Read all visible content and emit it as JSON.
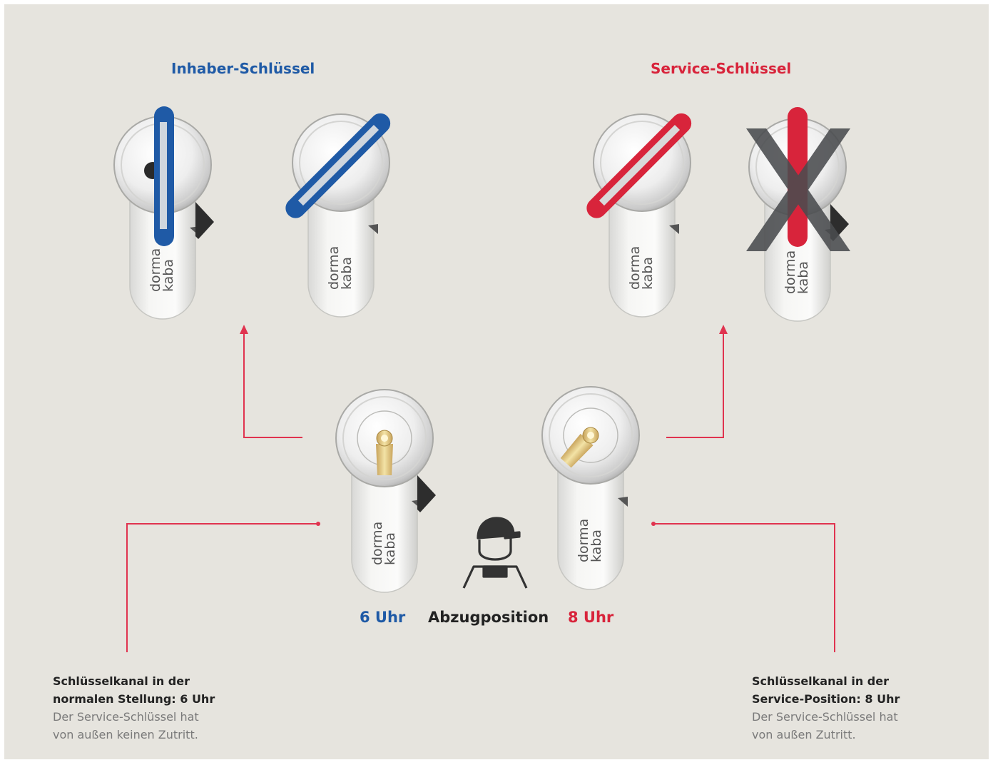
{
  "titles": {
    "owner_key": "Inhaber-Schlüssel",
    "service_key": "Service-Schlüssel"
  },
  "positions": {
    "left": "6 Uhr",
    "middle": "Abzugposition",
    "right": "8 Uhr"
  },
  "notes": {
    "left": {
      "line1": "Schlüsselkanal in der",
      "line2": "normalen Stellung: 6 Uhr",
      "line3": "Der Service-Schlüssel hat",
      "line4": "von außen keinen Zutritt."
    },
    "right": {
      "line1": "Schlüsselkanal in der",
      "line2": "Service-Position: 8 Uhr",
      "line3": "Der Service-Schlüssel hat",
      "line4": "von außen Zutritt."
    }
  },
  "brand": {
    "line1": "dorma",
    "line2": "kaba"
  },
  "colors": {
    "background": "#e6e4de",
    "owner_blue": "#1f5aa6",
    "service_red": "#d8243b",
    "connector_red": "#e0334f",
    "cross_grey": "#4a4c4f",
    "brass": "#e8d59a"
  },
  "icons": {
    "technician": "service-technician-icon",
    "blocked": "cross-icon"
  }
}
